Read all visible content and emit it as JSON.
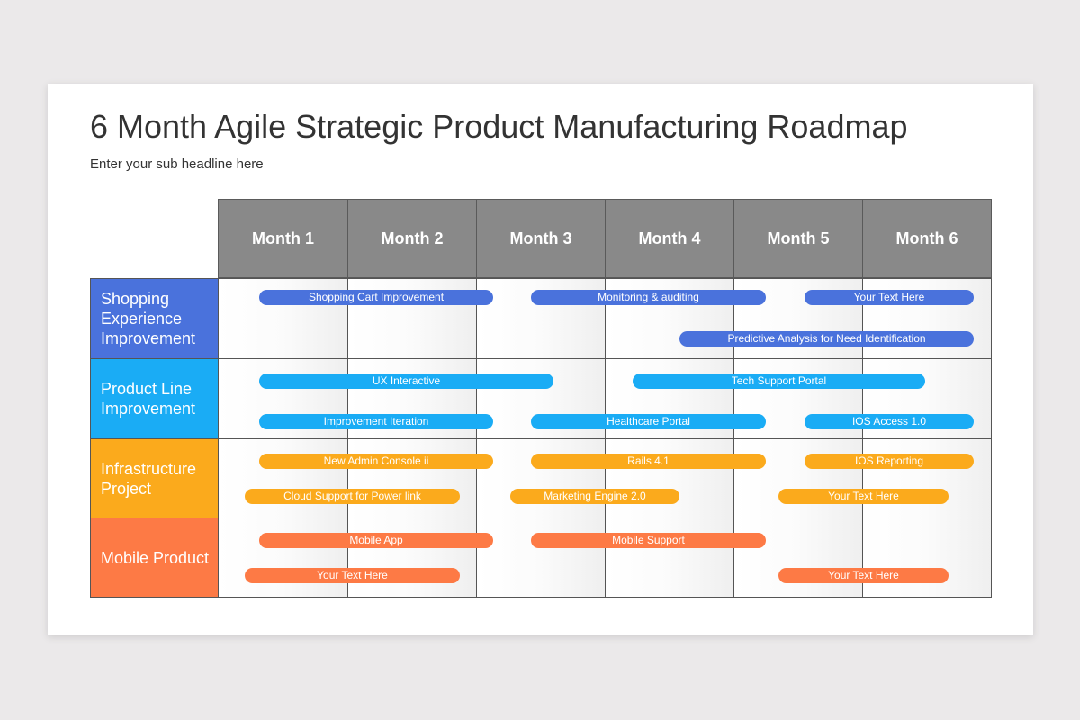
{
  "title": "6 Month Agile Strategic Product Manufacturing Roadmap",
  "subtitle": "Enter your sub headline here",
  "months": [
    "Month 1",
    "Month 2",
    "Month 3",
    "Month 4",
    "Month 5",
    "Month 6"
  ],
  "colors": {
    "header": "#898989",
    "shopping": "#4a72dc",
    "product_line": "#1aacf5",
    "infrastructure": "#fbaa1c",
    "mobile": "#fd7a45"
  },
  "rows": [
    {
      "label": "Shopping Experience Improvement",
      "bars": [
        "Shopping Cart Improvement",
        "Monitoring & auditing",
        "Your Text Here",
        "Predictive Analysis for Need Identification"
      ]
    },
    {
      "label": "Product Line Improvement",
      "bars": [
        "UX Interactive",
        "Tech Support Portal",
        "Improvement Iteration",
        "Healthcare Portal",
        "IOS Access 1.0"
      ]
    },
    {
      "label": "Infrastructure Project",
      "bars": [
        "New Admin Console ii",
        "Rails 4.1",
        "IOS Reporting",
        "Cloud Support for Power link",
        "Marketing Engine 2.0",
        "Your Text Here"
      ]
    },
    {
      "label": "Mobile Product",
      "bars": [
        "Mobile App",
        "Mobile Support",
        "Your Text Here",
        "Your Text Here"
      ]
    }
  ]
}
